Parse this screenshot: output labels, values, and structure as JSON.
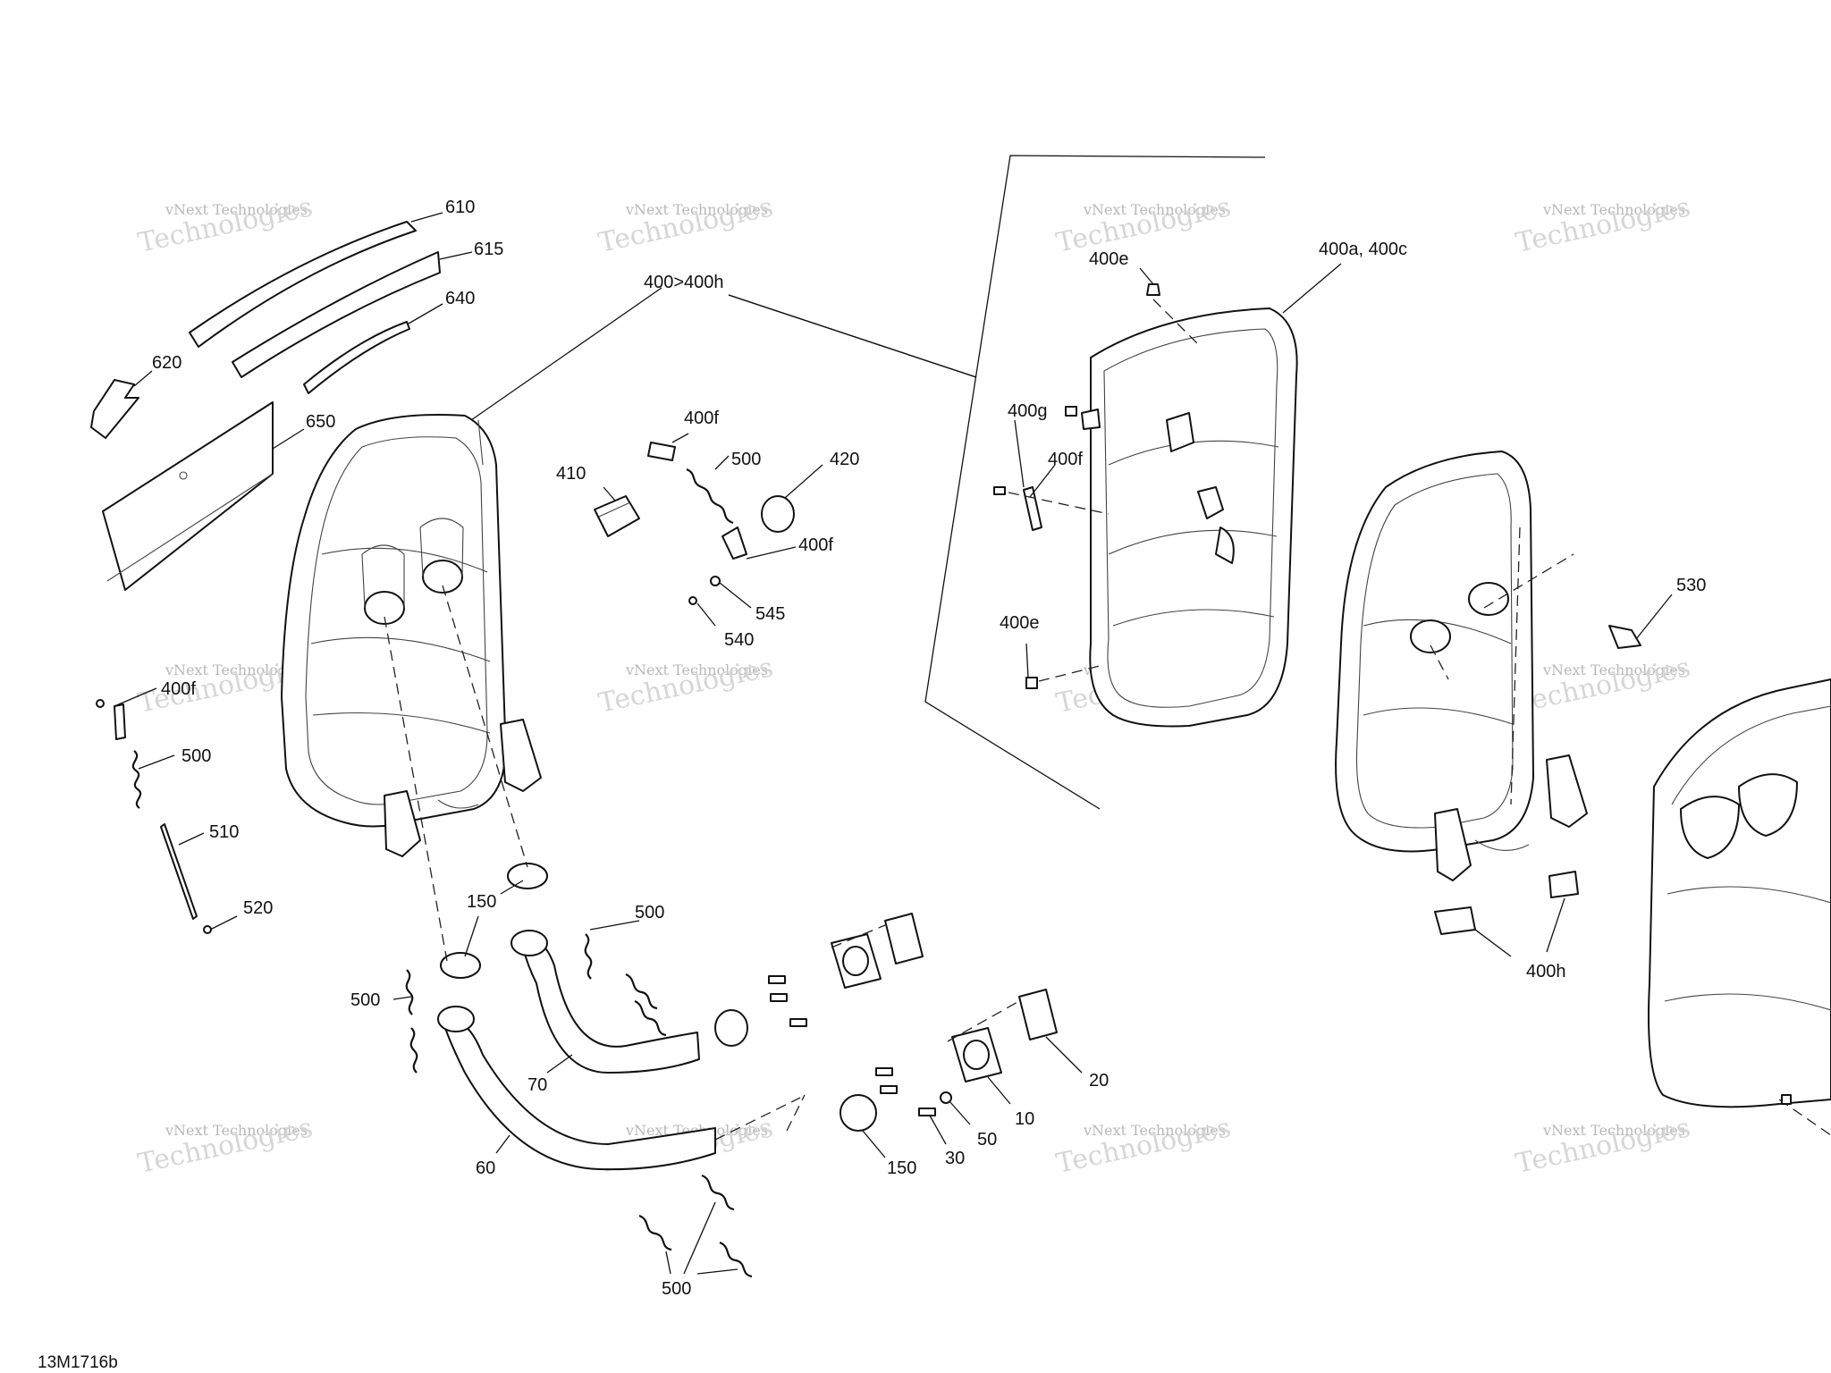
{
  "figure_code": "13M1716b",
  "watermark": {
    "line1": "vNext Technologies",
    "line2": "vNext Technologies",
    "line3": "Technologies"
  },
  "part_labels": {
    "l610": "610",
    "l615": "615",
    "l640": "640",
    "l620": "620",
    "l650": "650",
    "l400_400h": "400>400h",
    "l400e_top": "400e",
    "l400a_400c": "400a, 400c",
    "l400g": "400g",
    "l400f_mid": "400f",
    "l400e_bot": "400e",
    "l410": "410",
    "l400f_a": "400f",
    "l500_a": "500",
    "l420": "420",
    "l400f_b": "400f",
    "l545": "545",
    "l540": "540",
    "l400f_left": "400f",
    "l500_left": "500",
    "l510": "510",
    "l520": "520",
    "l150_a": "150",
    "l500_b": "500",
    "l500_c": "500",
    "l70": "70",
    "l60": "60",
    "l500_bottom": "500",
    "l20": "20",
    "l10": "10",
    "l50": "50",
    "l30": "30",
    "l150_b": "150",
    "l530": "530",
    "l400h": "400h"
  }
}
